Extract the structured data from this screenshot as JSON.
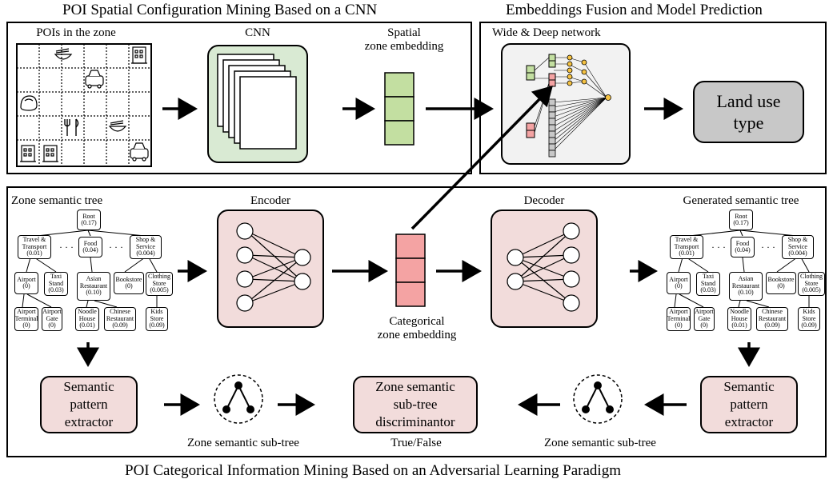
{
  "titles": {
    "spatial": "POI Spatial Configuration Mining Based on a CNN",
    "fusion": "Embeddings Fusion and Model Prediction",
    "categorical": "POI Categorical Information Mining Based on an Adversarial Learning Paradigm"
  },
  "spatial_panel": {
    "pois_label": "POIs in the zone",
    "cnn_label": "CNN",
    "embedding_label": "Spatial\nzone embedding"
  },
  "fusion_panel": {
    "wide_deep_label": "Wide & Deep network",
    "land_use_label": "Land use\ntype"
  },
  "categorical_panel": {
    "zone_tree_label": "Zone semantic tree",
    "encoder_label": "Encoder",
    "categorical_embedding_label": "Categorical\nzone embedding",
    "decoder_label": "Decoder",
    "generated_tree_label": "Generated semantic tree",
    "extractor_label": "Semantic\npattern\nextractor",
    "subtree_label": "Zone semantic sub-tree",
    "discriminator_label": "Zone semantic\nsub-tree\ndiscriminantor",
    "true_false_label": "True/False"
  },
  "tree": {
    "root": "Root\n(0.17)",
    "travel": "Travel &\nTransport\n(0.01)",
    "food": "Food\n(0.04)",
    "shop": "Shop &\nService\n(0.004)",
    "ellipsis": "· · ·",
    "airport": "Airport\n(0)",
    "taxi": "Taxi\nStand\n(0.03)",
    "asian": "Asian\nRestaurant\n(0.10)",
    "bookstore": "Bookstore\n(0)",
    "clothing": "Clothing\nStore\n(0.005)",
    "terminal": "Airport\nTerminal\n(0)",
    "gate": "Airport\nGate\n(0)",
    "noodle": "Noodle\nHouse\n(0.01)",
    "chinese": "Chinese\nRestaurant\n(0.09)",
    "kids": "Kids\nStore\n(0.09)"
  },
  "colors": {
    "green": "#d9ead3",
    "green_cell": "#c3dfa1",
    "pink": "#f2dcdb",
    "pink_cell": "#f4a3a3",
    "grey": "#c8c8c8",
    "dot_yellow": "#f5c242"
  },
  "icons": [
    "bowl-icon",
    "building-icon",
    "car-icon",
    "bun-icon",
    "cutlery-icon"
  ]
}
